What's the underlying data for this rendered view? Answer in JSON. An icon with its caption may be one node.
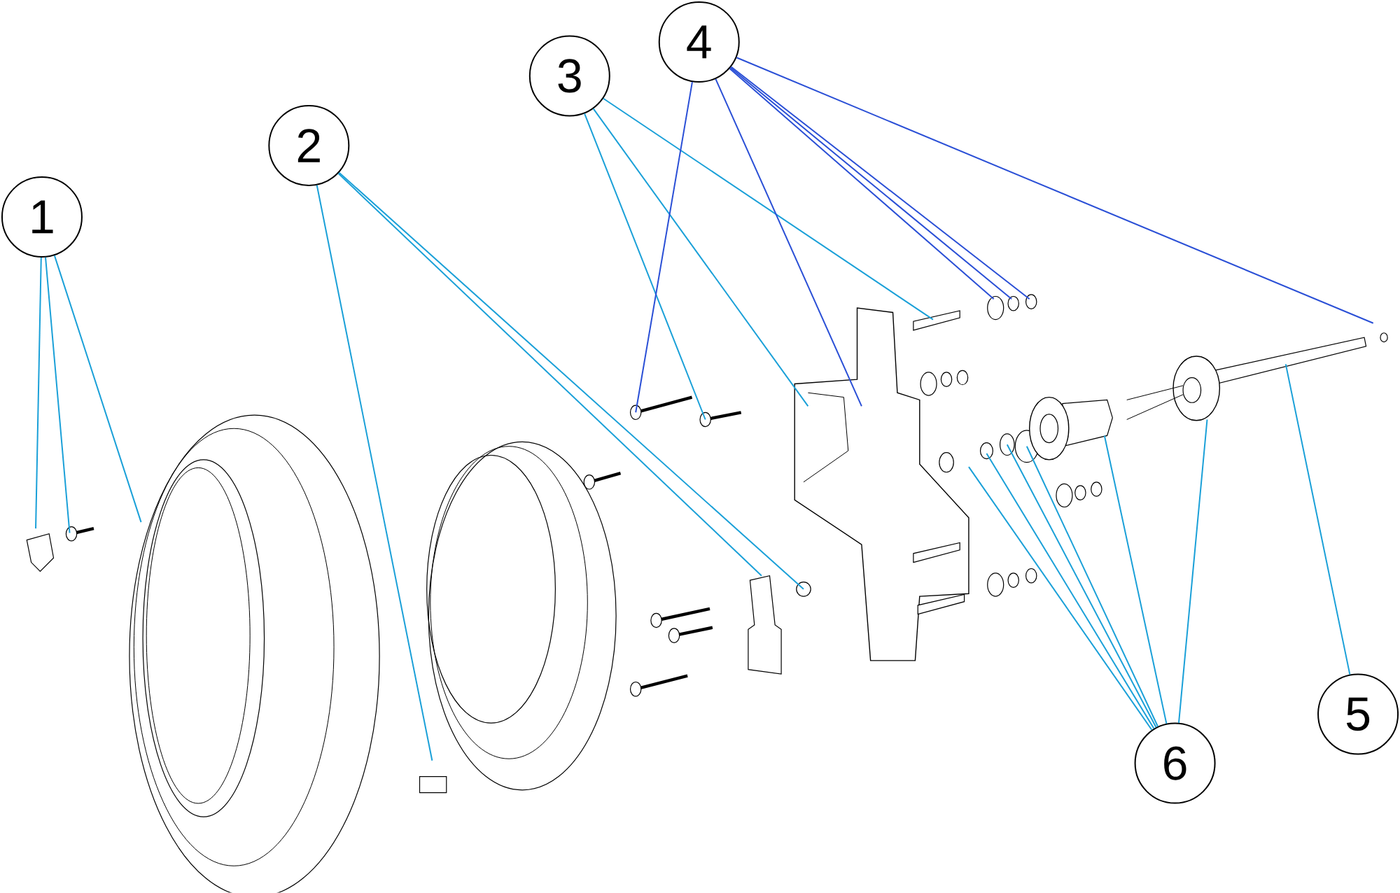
{
  "diagram": {
    "nodes": [
      {
        "text": [
          "1"
        ]
      },
      {
        "text": [
          "2"
        ]
      },
      {
        "text": [
          "3"
        ]
      },
      {
        "text": [
          "4"
        ]
      },
      {
        "text": [
          "5"
        ]
      },
      {
        "text": [
          "6"
        ]
      }
    ],
    "edges": [
      {
        "from": 0,
        "to": null,
        "arrow": "none"
      },
      {
        "from": 0,
        "to": null,
        "arrow": "none"
      },
      {
        "from": 0,
        "to": null,
        "arrow": "none"
      },
      {
        "from": 1,
        "to": null,
        "arrow": "none"
      },
      {
        "from": 1,
        "to": null,
        "arrow": "none"
      },
      {
        "from": 1,
        "to": null,
        "arrow": "none"
      },
      {
        "from": 2,
        "to": null,
        "arrow": "none"
      },
      {
        "from": 2,
        "to": null,
        "arrow": "none"
      },
      {
        "from": 2,
        "to": null,
        "arrow": "none"
      },
      {
        "from": 3,
        "to": null,
        "arrow": "none",
        "color": "#2a4fd6"
      },
      {
        "from": 3,
        "to": null,
        "arrow": "none",
        "color": "#2a4fd6"
      },
      {
        "from": 3,
        "to": null,
        "arrow": "none",
        "color": "#2a4fd6"
      },
      {
        "from": 3,
        "to": null,
        "arrow": "none",
        "color": "#2a4fd6"
      },
      {
        "from": 3,
        "to": null,
        "arrow": "none",
        "color": "#2a4fd6"
      },
      {
        "from": 3,
        "to": null,
        "arrow": "none",
        "color": "#2a4fd6"
      },
      {
        "from": 4,
        "to": null,
        "arrow": "none"
      },
      {
        "from": 5,
        "to": null,
        "arrow": "none"
      },
      {
        "from": 5,
        "to": null,
        "arrow": "none"
      },
      {
        "from": 5,
        "to": null,
        "arrow": "none"
      },
      {
        "from": 5,
        "to": null,
        "arrow": "none"
      },
      {
        "from": 5,
        "to": null,
        "arrow": "none"
      },
      {
        "from": 5,
        "to": null,
        "arrow": "none"
      }
    ]
  }
}
